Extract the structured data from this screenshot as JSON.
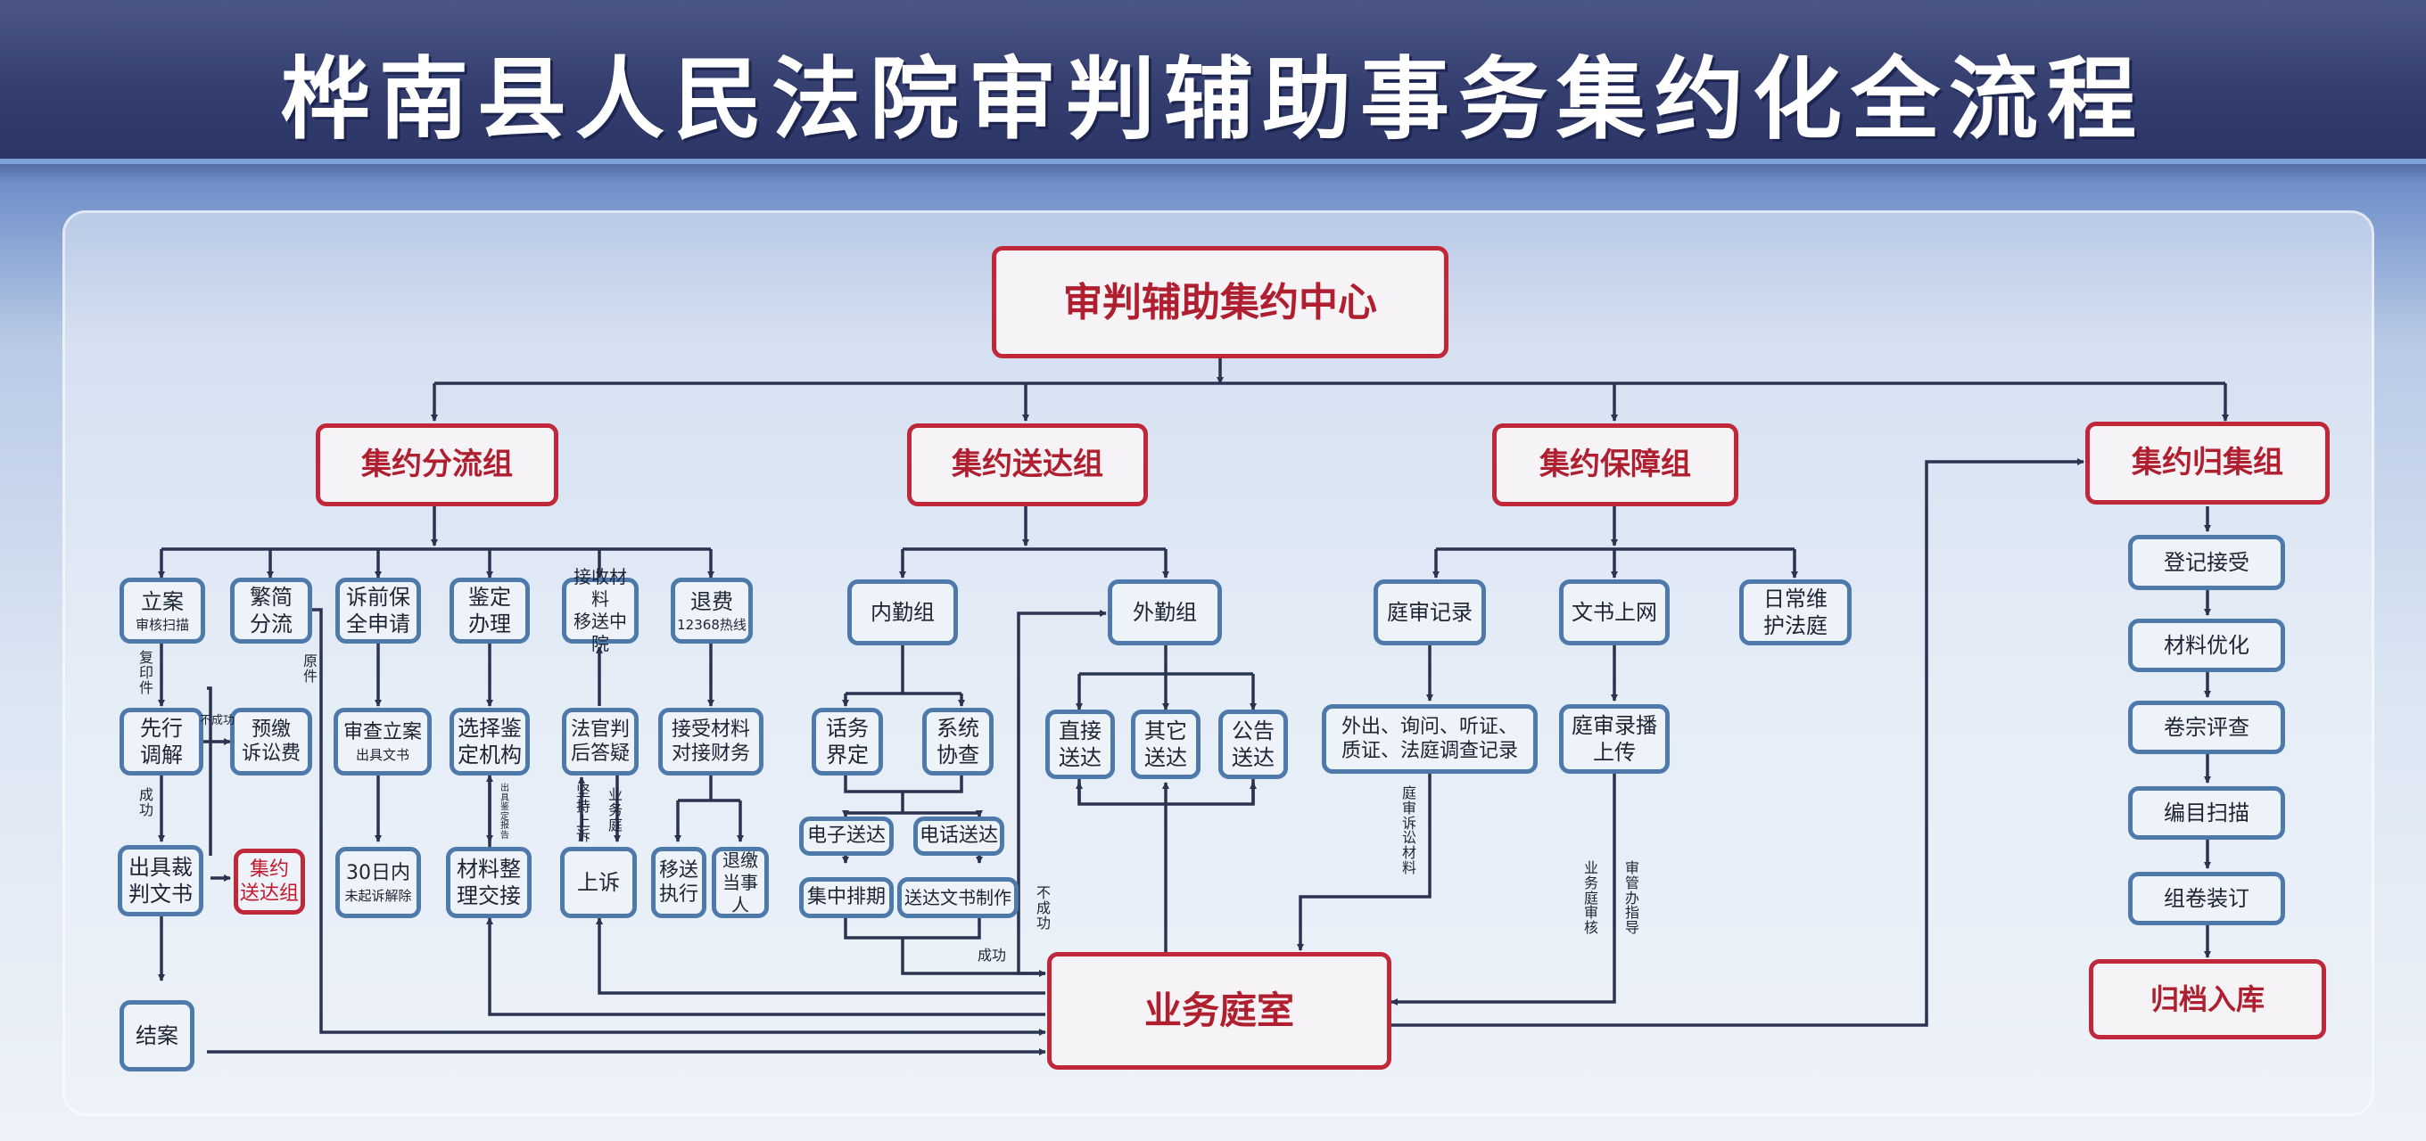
{
  "title": "桦南县人民法院审判辅助事务集约化全流程",
  "nodes": {
    "center": "审判辅助集约中心",
    "grp_fenliu": "集约分流组",
    "grp_songda": "集约送达组",
    "grp_baozhang": "集约保障组",
    "grp_guiji": "集约归集组",
    "lian": "立案",
    "lian_sub": "审核扫描",
    "fanjian": "繁简\n分流",
    "suqian": "诉前保\n全申请",
    "jianding": "鉴定\n办理",
    "jieshou": "接收材料\n移送中院",
    "tuifei": "退费",
    "tuifei_sub": "12368热线",
    "xianxing": "先行\n调解",
    "yujiao": "预缴\n诉讼费",
    "shencha": "审查立案",
    "shencha_sub": "出具文书",
    "xuanze": "选择鉴\n定机构",
    "faguan": "法官判\n后答疑",
    "jieshoucailiao": "接受材料\n对接财务",
    "chuju": "出具裁\n判文书",
    "jiyue_songda": "集约\n送达组",
    "sanshi": "30日内",
    "sanshi_sub": "未起诉解除",
    "cailiao_zhengli": "材料整\n理交接",
    "shangsu": "上诉",
    "yisong": "移送\n执行",
    "tuijiao": "退缴\n当事人",
    "jiean": "结案",
    "neiqin": "内勤组",
    "waiqin": "外勤组",
    "huawu": "话务\n界定",
    "xitong": "系统\n协查",
    "dianzi": "电子送达",
    "dianhua": "电话送达",
    "jizhong": "集中排期",
    "songda_wenshu": "送达文书制作",
    "zhijie": "直接\n送达",
    "qita": "其它\n送达",
    "gonggao": "公告\n送达",
    "tingshen_jilu": "庭审记录",
    "wenshu_shangwang": "文书上网",
    "richang": "日常维\n护法庭",
    "waichu": "外出、询问、听证、\n质证、法庭调查记录",
    "tingshen_lubo": "庭审录播\n上传",
    "yewu": "业务庭室",
    "dengji": "登记接受",
    "cailiao_youhua": "材料优化",
    "juanzong": "卷宗评查",
    "bianmu": "编目扫描",
    "zujuan": "组卷装订",
    "guidang": "归档入库"
  },
  "labels": {
    "fuyinjian": "复印件",
    "yuanjian": "原件",
    "buchenggong1": "不成功",
    "chenggong1": "成功",
    "chuju_jianding": "出具鉴定报告",
    "jianchi_shangsu": "坚持上诉",
    "yewuting": "业务庭",
    "buchenggong2": "不成功",
    "chenggong2": "成功",
    "tingshen_cailiao": "庭审诉讼材料",
    "yewu_shenhe": "业务庭审核",
    "shenguan_zhidao": "审管办指导"
  }
}
